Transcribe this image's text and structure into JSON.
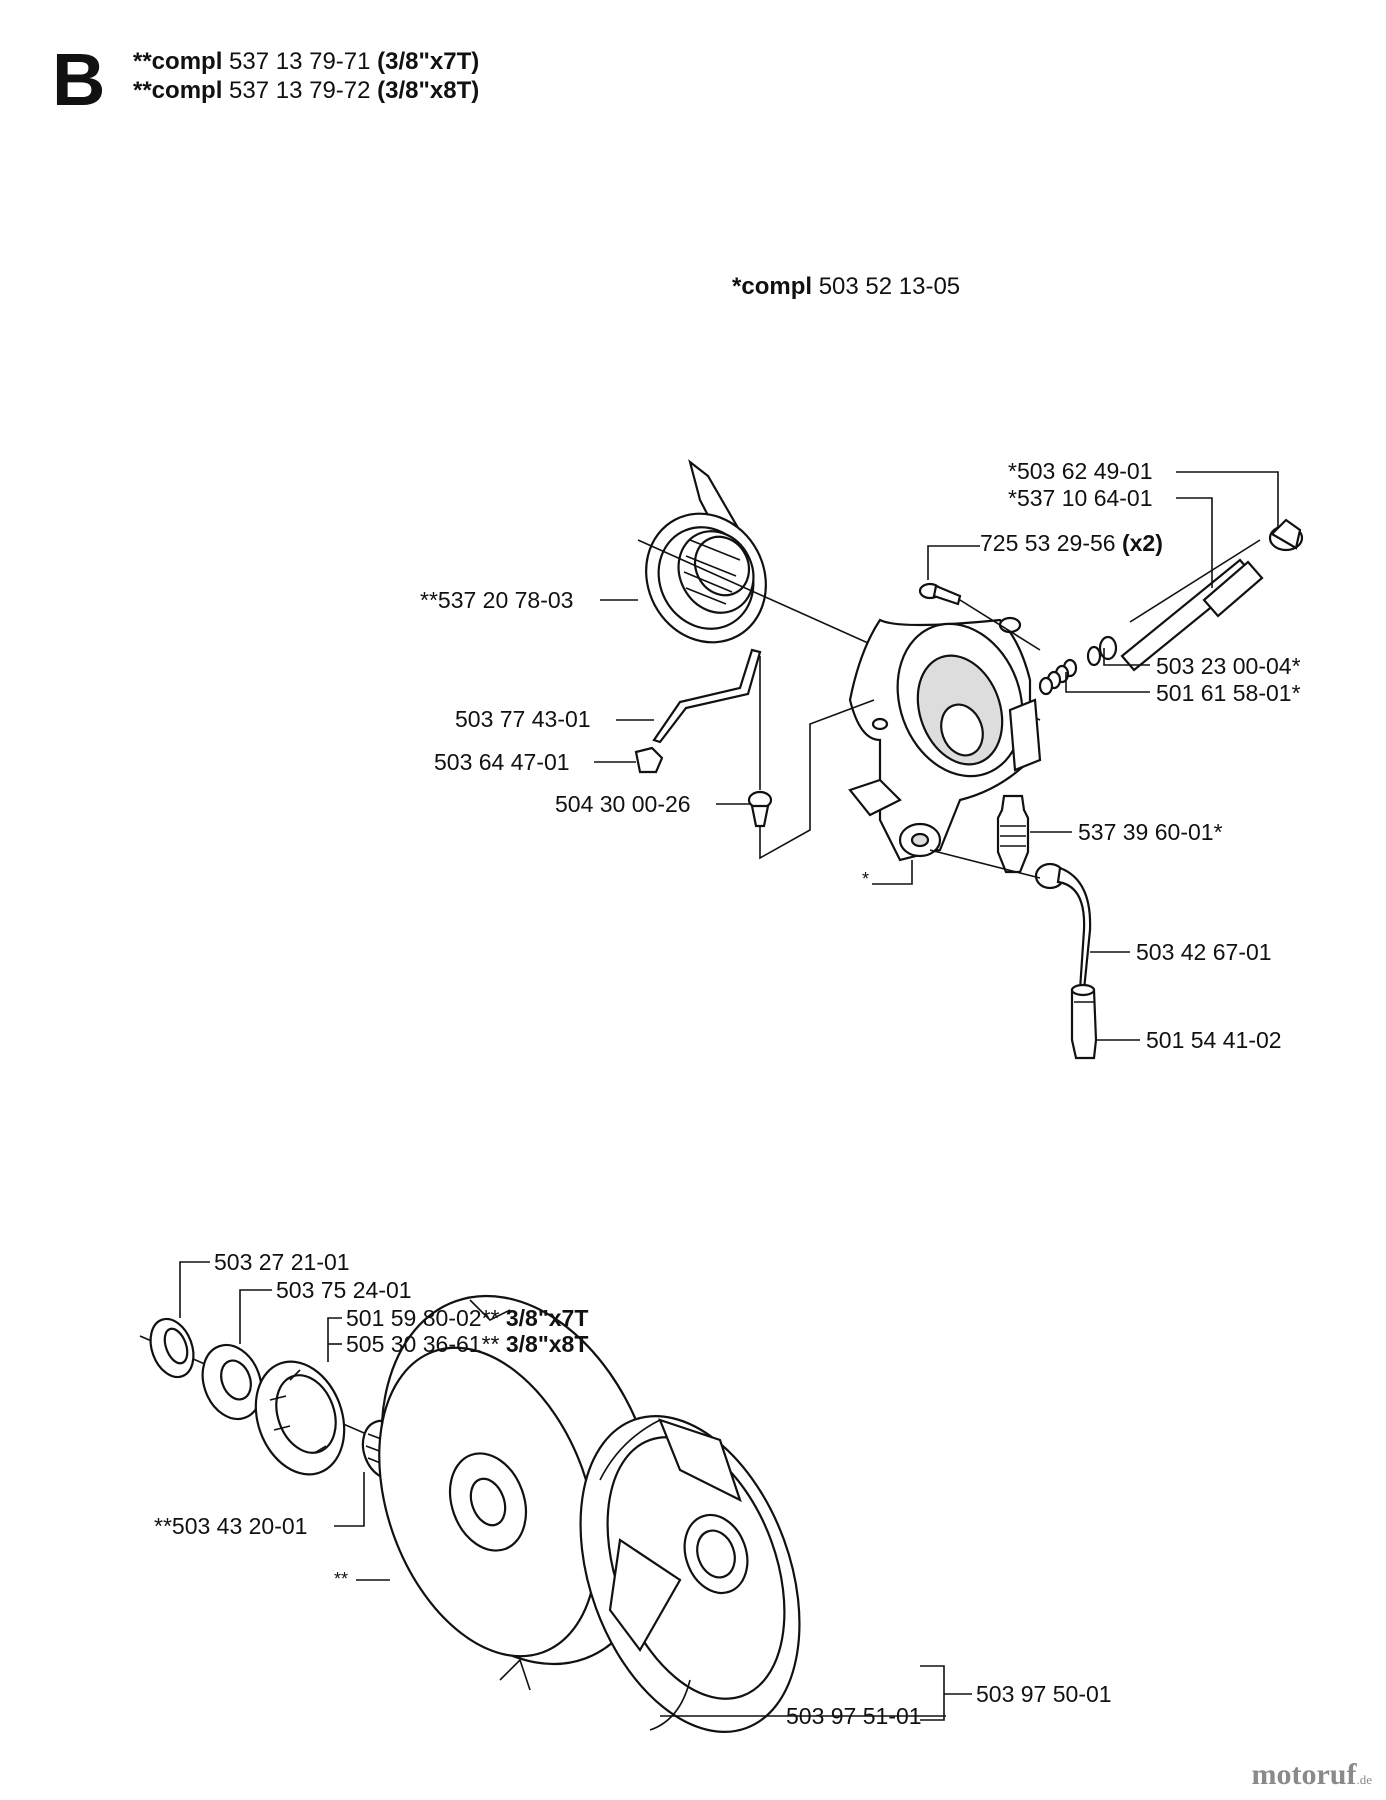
{
  "section": "B",
  "header": {
    "line1": {
      "prefix": "**compl",
      "number": "537 13 79-71",
      "spec": "(3/8\"x7T)"
    },
    "line2": {
      "prefix": "**compl",
      "number": "537 13 79-72",
      "spec": "(3/8\"x8T)"
    }
  },
  "assembly": {
    "prefix": "*compl",
    "number": "503 52 13-05"
  },
  "labels": {
    "l503624901": "*503 62 49-01",
    "l537106401": "*537 10 64-01",
    "l725532956": "725 53 29-56",
    "l725532956_qty": "(x2)",
    "l537207803": "**537 20 78-03",
    "l503230004": "503 23 00-04*",
    "l501615801": "501 61 58-01*",
    "l503774301": "503 77 43-01",
    "l503644701": "503 64 47-01",
    "l504300026": "504 30 00-26",
    "l537396001": "537 39 60-01*",
    "lstar": "*",
    "l503426701": "503 42 67-01",
    "l501544102": "501 54 41-02",
    "l503272101": "503 27 21-01",
    "l503752401": "503 75 24-01",
    "l501598002": "501 59 80-02**",
    "l501598002_spec": "3/8\"x7T",
    "l505303661": "505 30 36-61**",
    "l505303661_spec": "3/8\"x8T",
    "l503432001": "**503 43 20-01",
    "ldstar": "**",
    "l503975101": "503 97 51-01",
    "l503975001": "503 97 50-01"
  },
  "watermark": {
    "text": "motoruf",
    "suffix": ".de"
  }
}
